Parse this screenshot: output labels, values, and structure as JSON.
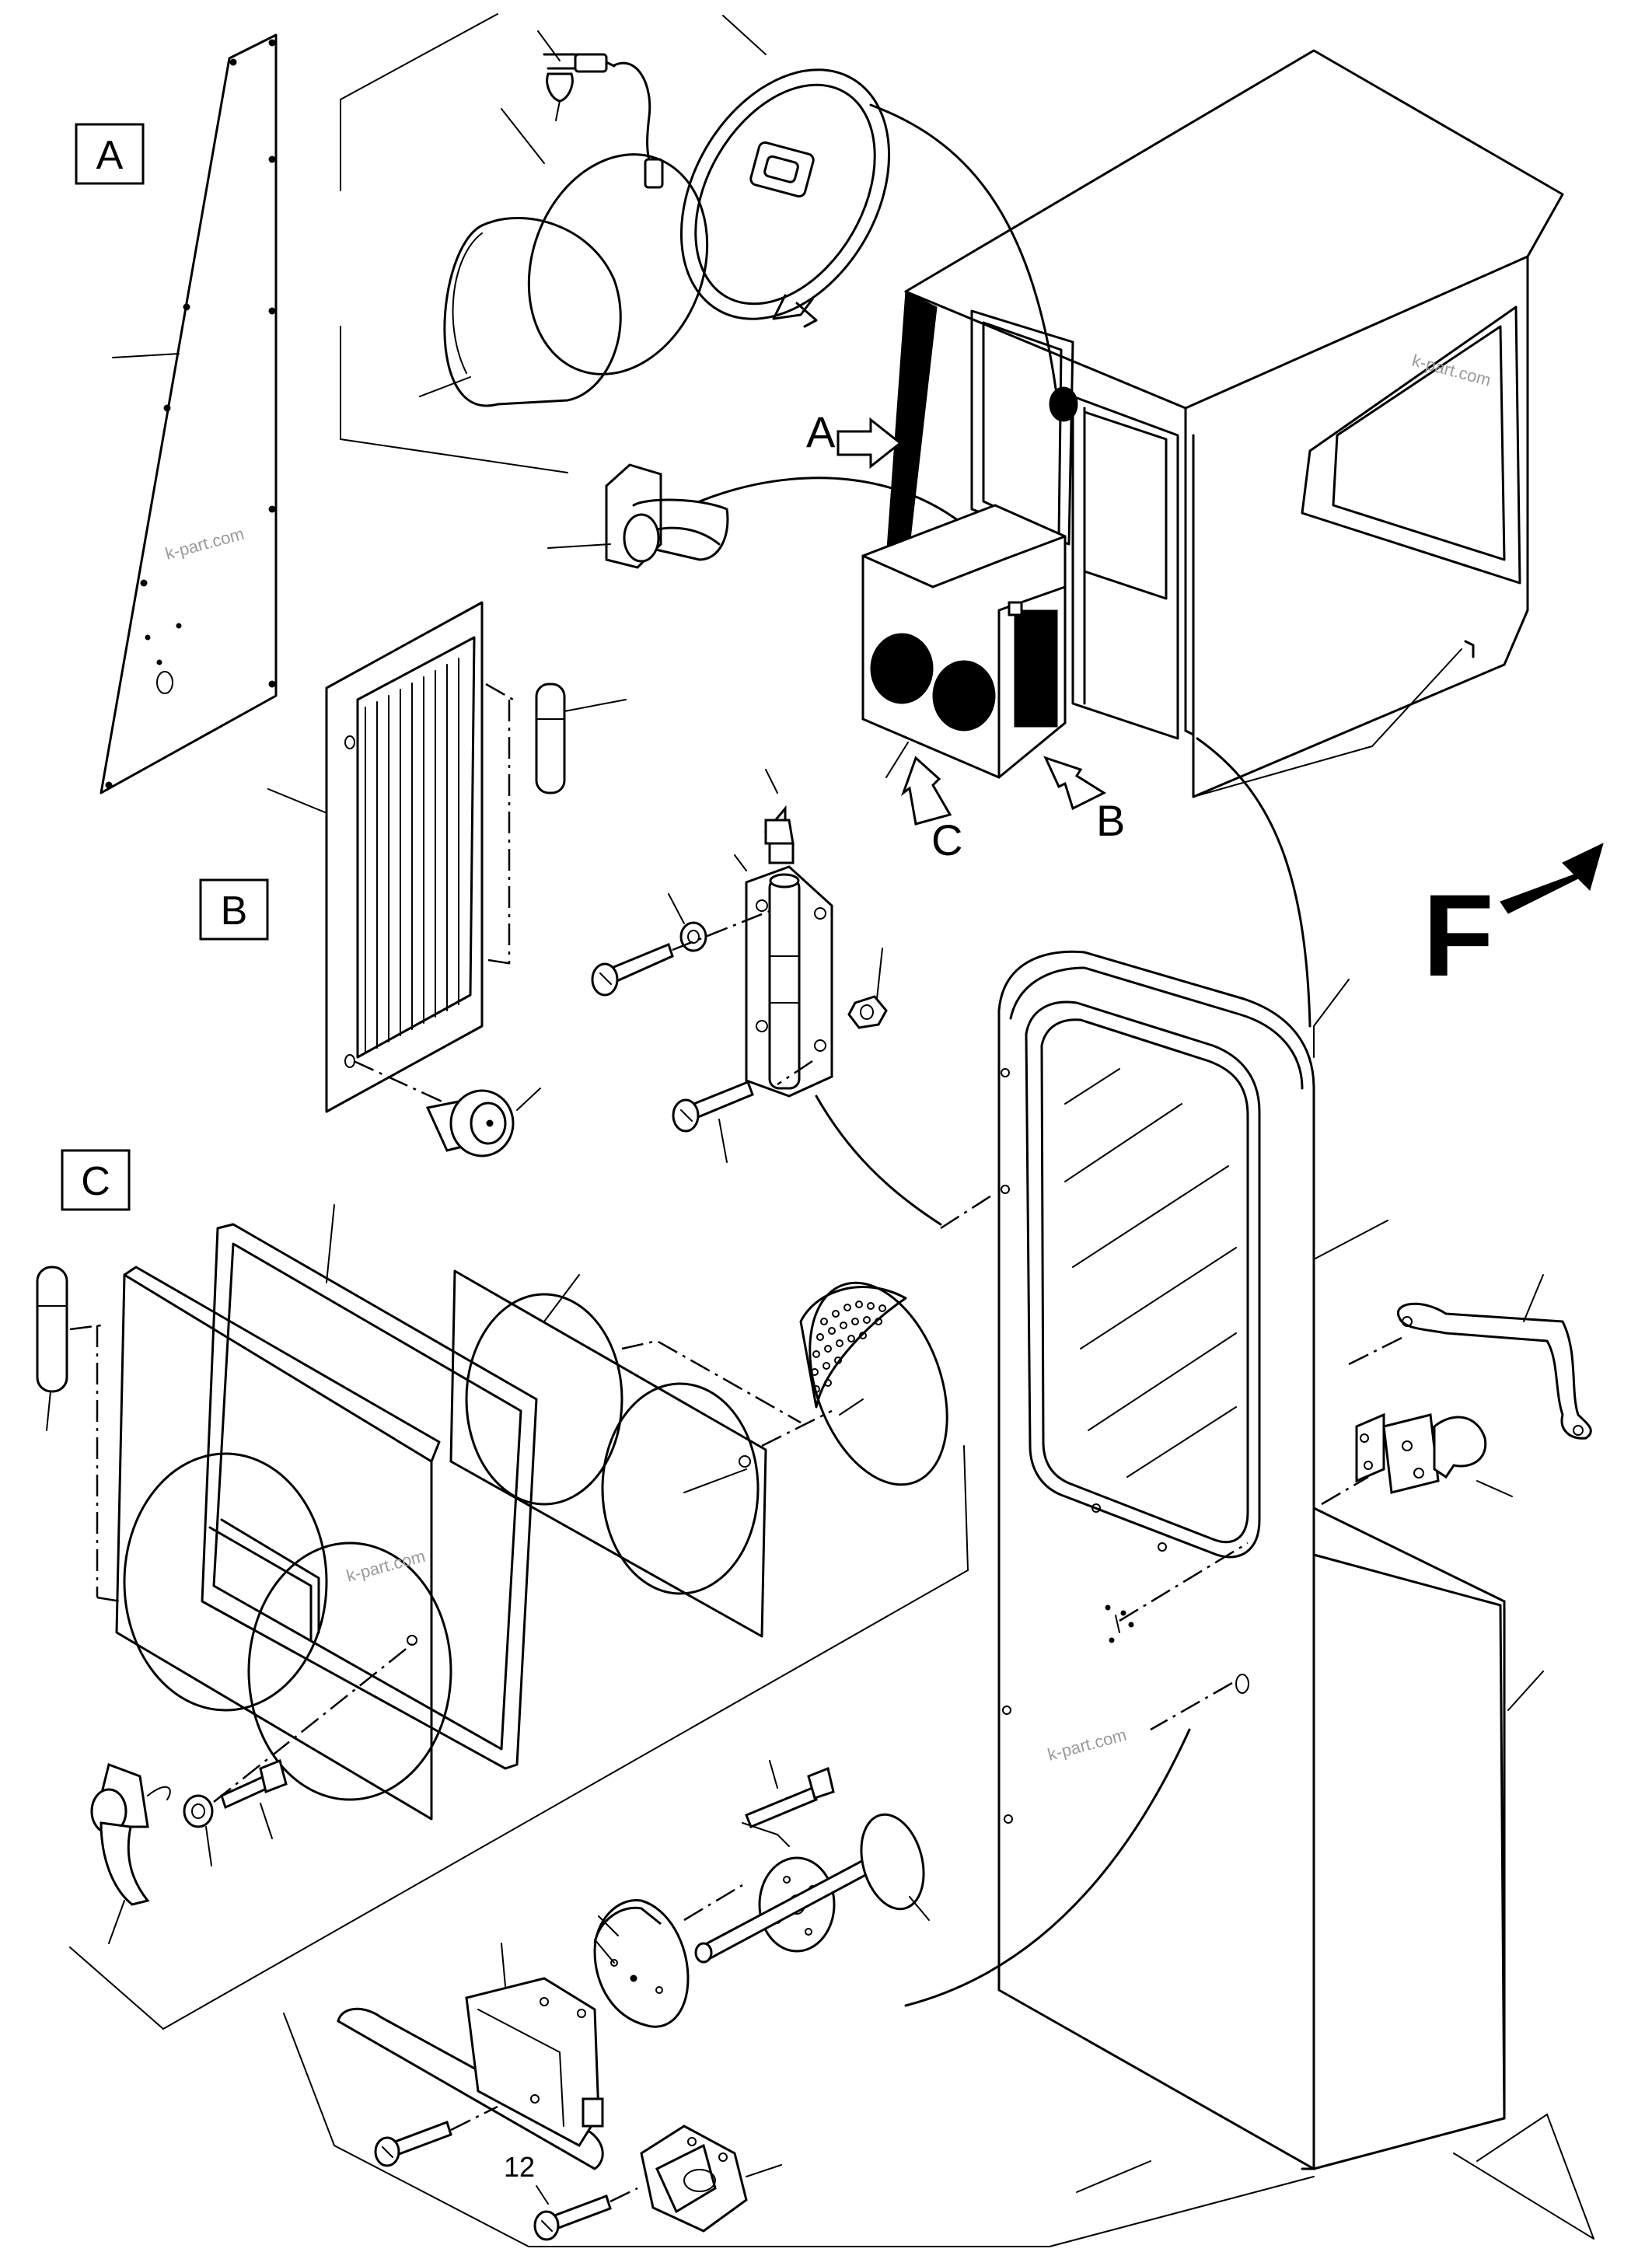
{
  "labels": {
    "section_a": "A",
    "section_b": "B",
    "section_c": "C",
    "arrow_a": "A",
    "arrow_b": "B",
    "arrow_c": "C",
    "forward_mark": "F",
    "part_number_12": "12"
  },
  "watermarks": [
    "k-part.com",
    "k-part.com",
    "k-part.com",
    "k-part.com"
  ]
}
